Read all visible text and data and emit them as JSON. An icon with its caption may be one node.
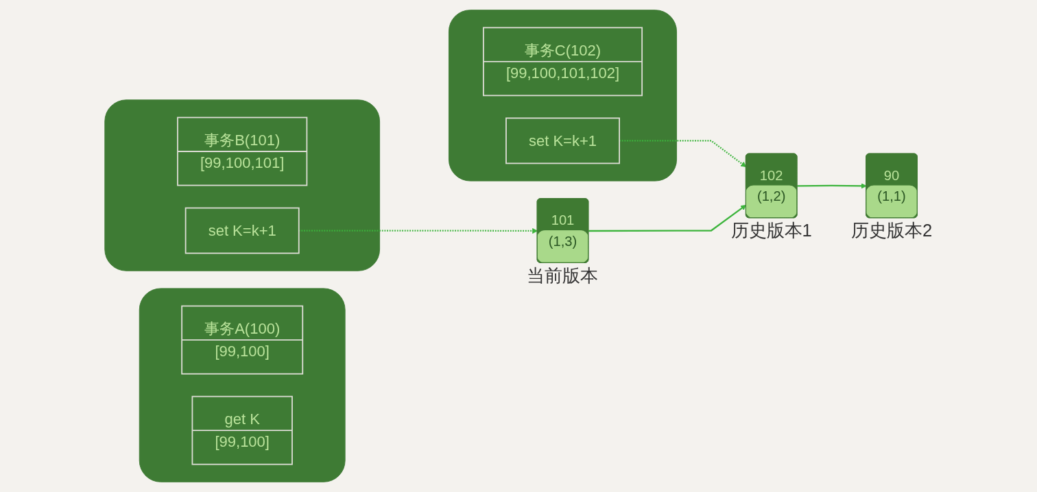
{
  "diagram": {
    "nodes": [
      {
        "text": [],
        "shape": "box"
      },
      {
        "text": [
          "事务A(100)",
          "[99,100]"
        ],
        "in": 0
      },
      {
        "text": [
          "get K",
          "[99,100]"
        ],
        "in": 0
      },
      {
        "text": [],
        "shape": "box"
      },
      {
        "text": [
          "事务B(101)",
          "[99,100,101]"
        ],
        "in": 3
      },
      {
        "text": [
          "set K=k+1"
        ],
        "in": 3
      },
      {
        "text": [],
        "shape": "box"
      },
      {
        "text": [
          "事务C(102)",
          "[99,100,101,102]"
        ],
        "in": 6
      },
      {
        "text": [
          "set K=k+1"
        ],
        "in": 6
      },
      {
        "text": [
          "90",
          "(1,1)"
        ],
        "beside": [
          "历史版本2"
        ]
      },
      {
        "text": [
          "102",
          "(1,2)"
        ],
        "beside": [
          "历史版本1"
        ]
      },
      {
        "text": [
          "101",
          "(1,3)"
        ],
        "beside": [
          "当前版本"
        ]
      }
    ],
    "edges": [
      {
        "from": 5,
        "to": 11,
        "arrow": "to",
        "style": "dashed"
      },
      {
        "from": 8,
        "to": 10,
        "arrow": "to",
        "style": "dashed"
      },
      {
        "from": 11,
        "to": 10,
        "arrow": "to"
      },
      {
        "from": 10,
        "to": 9,
        "arrow": "to"
      }
    ]
  }
}
